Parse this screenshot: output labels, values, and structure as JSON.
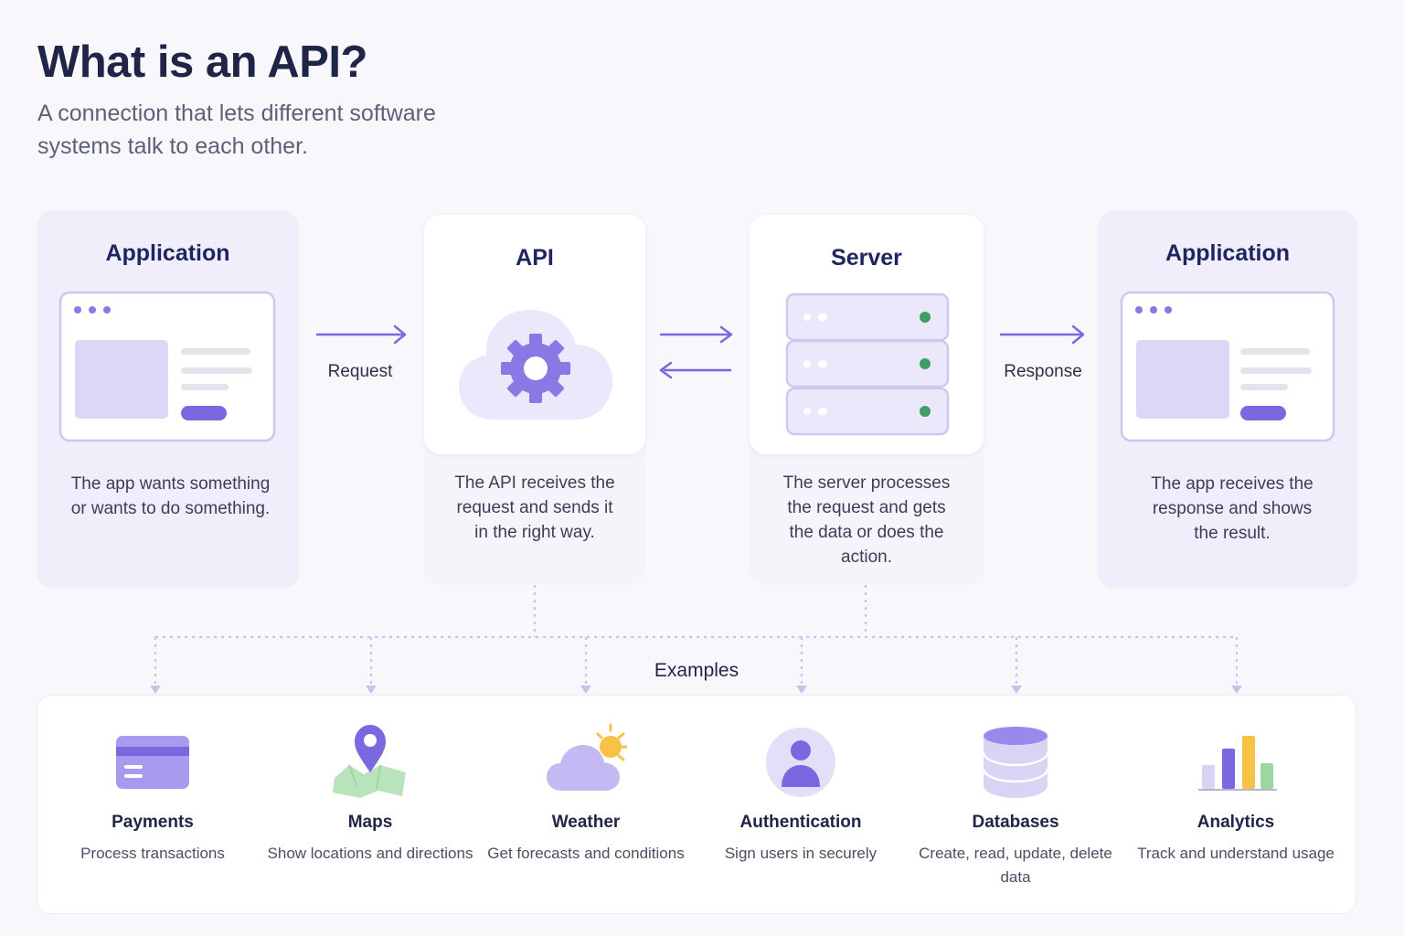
{
  "header": {
    "title": "What is an API?",
    "subtitle": "A connection that lets different software systems talk to each other."
  },
  "flow": {
    "cards": [
      {
        "title": "Application",
        "description": "The app wants something or wants to do something."
      },
      {
        "title": "API",
        "description": "The API receives the request and sends it in the right way."
      },
      {
        "title": "Server",
        "description": "The server processes the request and gets the data or does the action."
      },
      {
        "title": "Application",
        "description": "The app receives the response and shows the result."
      }
    ],
    "request_label": "Request",
    "response_label": "Response"
  },
  "examples": {
    "heading": "Examples",
    "items": [
      {
        "title": "Payments",
        "description": "Process transactions",
        "icon": "credit-card-icon"
      },
      {
        "title": "Maps",
        "description": "Show locations and directions",
        "icon": "map-pin-icon"
      },
      {
        "title": "Weather",
        "description": "Get forecasts and conditions",
        "icon": "weather-icon"
      },
      {
        "title": "Authentication",
        "description": "Sign users in securely",
        "icon": "user-icon"
      },
      {
        "title": "Databases",
        "description": "Create, read, update, delete data",
        "icon": "database-icon"
      },
      {
        "title": "Analytics",
        "description": "Track and understand usage",
        "icon": "bar-chart-icon"
      }
    ]
  },
  "colors": {
    "accent": "#7b68e0",
    "light_accent": "#d9d3f6",
    "green": "#3f9e63",
    "yellow": "#f6c344",
    "map_green": "#9fd6a0"
  }
}
